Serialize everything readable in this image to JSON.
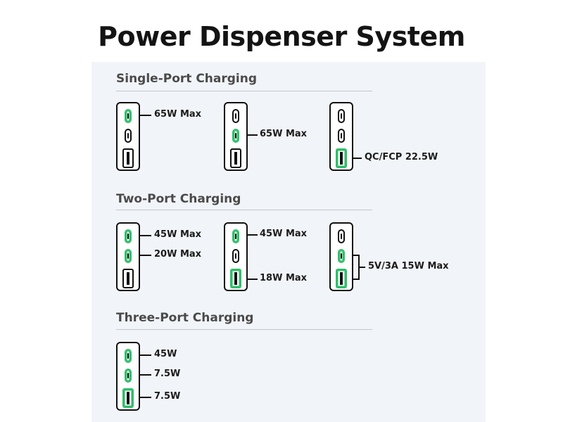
{
  "title": "Power Dispenser System",
  "sections": [
    {
      "title": "Single-Port Charging"
    },
    {
      "title": "Two-Port Charging"
    },
    {
      "title": "Three-Port Charging"
    }
  ],
  "single": [
    {
      "label": "65W Max",
      "active_ports": [
        "C1"
      ]
    },
    {
      "label": "65W Max",
      "active_ports": [
        "C2"
      ]
    },
    {
      "label": "QC/FCP 22.5W",
      "active_ports": [
        "A"
      ]
    }
  ],
  "two": [
    {
      "labels": [
        "45W Max",
        "20W Max"
      ],
      "active_ports": [
        "C1",
        "C2"
      ]
    },
    {
      "labels": [
        "45W Max",
        "18W Max"
      ],
      "active_ports": [
        "C1",
        "A"
      ]
    },
    {
      "label": "5V/3A 15W Max",
      "active_ports": [
        "C2",
        "A"
      ]
    }
  ],
  "three": {
    "labels": [
      "45W",
      "7.5W",
      "7.5W"
    ],
    "active_ports": [
      "C1",
      "C2",
      "A"
    ]
  },
  "colors": {
    "active_port": "#2fbe6a",
    "outline": "#111111",
    "panel": "#f1f5f9"
  }
}
